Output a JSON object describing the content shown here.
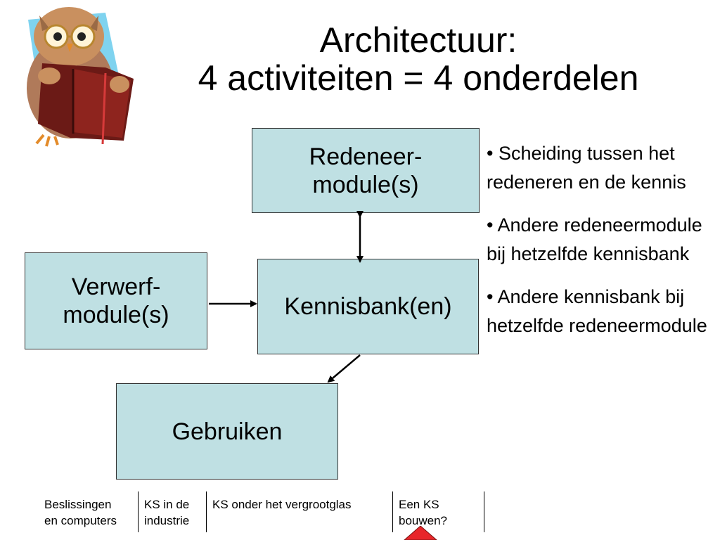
{
  "title": {
    "line1": "Architectuur:",
    "line2": "4 activiteiten = 4 onderdelen"
  },
  "diagram": {
    "nodes": {
      "redeneer": {
        "line1": "Redeneer-",
        "line2": "module(s)"
      },
      "kennisbank": {
        "line1": "Kennisbank(en)"
      },
      "verwerf": {
        "line1": "Verwerf-",
        "line2": "module(s)"
      },
      "gebruiken": {
        "line1": "Gebruiken"
      }
    },
    "edges": [
      {
        "from": "redeneer",
        "to": "kennisbank",
        "type": "bidirectional"
      },
      {
        "from": "verwerf",
        "to": "kennisbank",
        "type": "directed"
      },
      {
        "from": "kennisbank",
        "to": "gebruiken",
        "type": "directed"
      }
    ],
    "box_fill": "#bfe0e3"
  },
  "bullets": [
    {
      "text": "• Scheiding tussen het redeneren en de kennis"
    },
    {
      "text": "• Andere redeneermodule bij hetzelfde kennisbank"
    },
    {
      "text": "• Andere kennisbank bij hetzelfde redeneermodule"
    }
  ],
  "footer": {
    "items": [
      {
        "line1": "Beslissingen",
        "line2": "en computers"
      },
      {
        "line1": "KS in de",
        "line2": "industrie"
      },
      {
        "line1": "KS onder het vergrootglas",
        "line2": ""
      },
      {
        "line1": "Een KS",
        "line2": "bouwen?"
      }
    ],
    "marker_color": "#e8262a"
  },
  "icons": {
    "mascot": "owl-reading-book-icon"
  }
}
